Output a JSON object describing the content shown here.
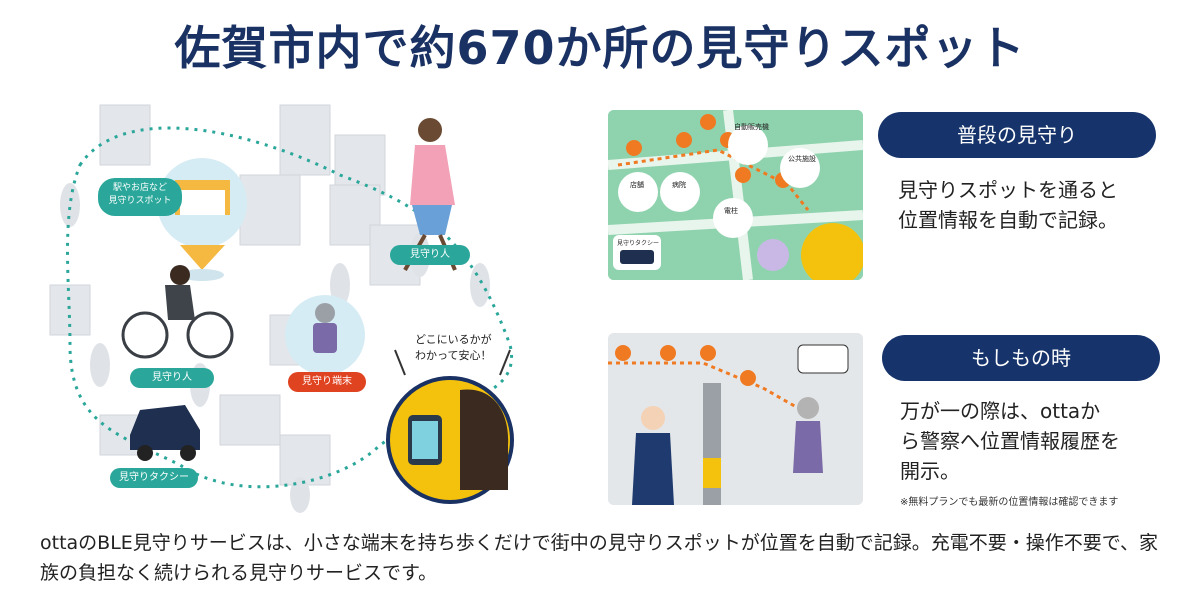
{
  "title": "佐賀市内で約670か所の見守りスポット",
  "map": {
    "spot_label_line1": "駅やお店など",
    "spot_label_line2": "見守りスポット",
    "walker_label": "見守り人",
    "cyclist_label": "見守り人",
    "taxi_label": "見守りタクシー",
    "terminal_label": "見守り端末",
    "bubble_line1": "どこにいるかが",
    "bubble_line2": "わかって安心！"
  },
  "panel_normal": {
    "title": "普段の見守り",
    "desc_line1": "見守りスポットを通ると",
    "desc_line2": "位置情報を自動で記録。",
    "map_labels": {
      "vending": "自動販売機",
      "store": "店舗",
      "hospital": "病院",
      "pole": "電柱",
      "public": "公共施設",
      "taxi": "見守りタクシー"
    }
  },
  "panel_emergency": {
    "title": "もしもの時",
    "desc_line1": "万が一の際は、ottaか",
    "desc_line2": "ら警察へ位置情報履歴を",
    "desc_line3": "開示。",
    "note": "※無料プランでも最新の位置情報は確認できます"
  },
  "bottom_text": "ottaのBLE見守りサービスは、小さな端末を持ち歩くだけで街中の見守りスポットが位置を自動で記録。充電不要・操作不要で、家族の負担なく続けられる見守りサービスです。",
  "colors": {
    "navy": "#16346b",
    "teal": "#2aa79a",
    "orange": "#f07a22",
    "map_bg": "#e9efe8"
  }
}
